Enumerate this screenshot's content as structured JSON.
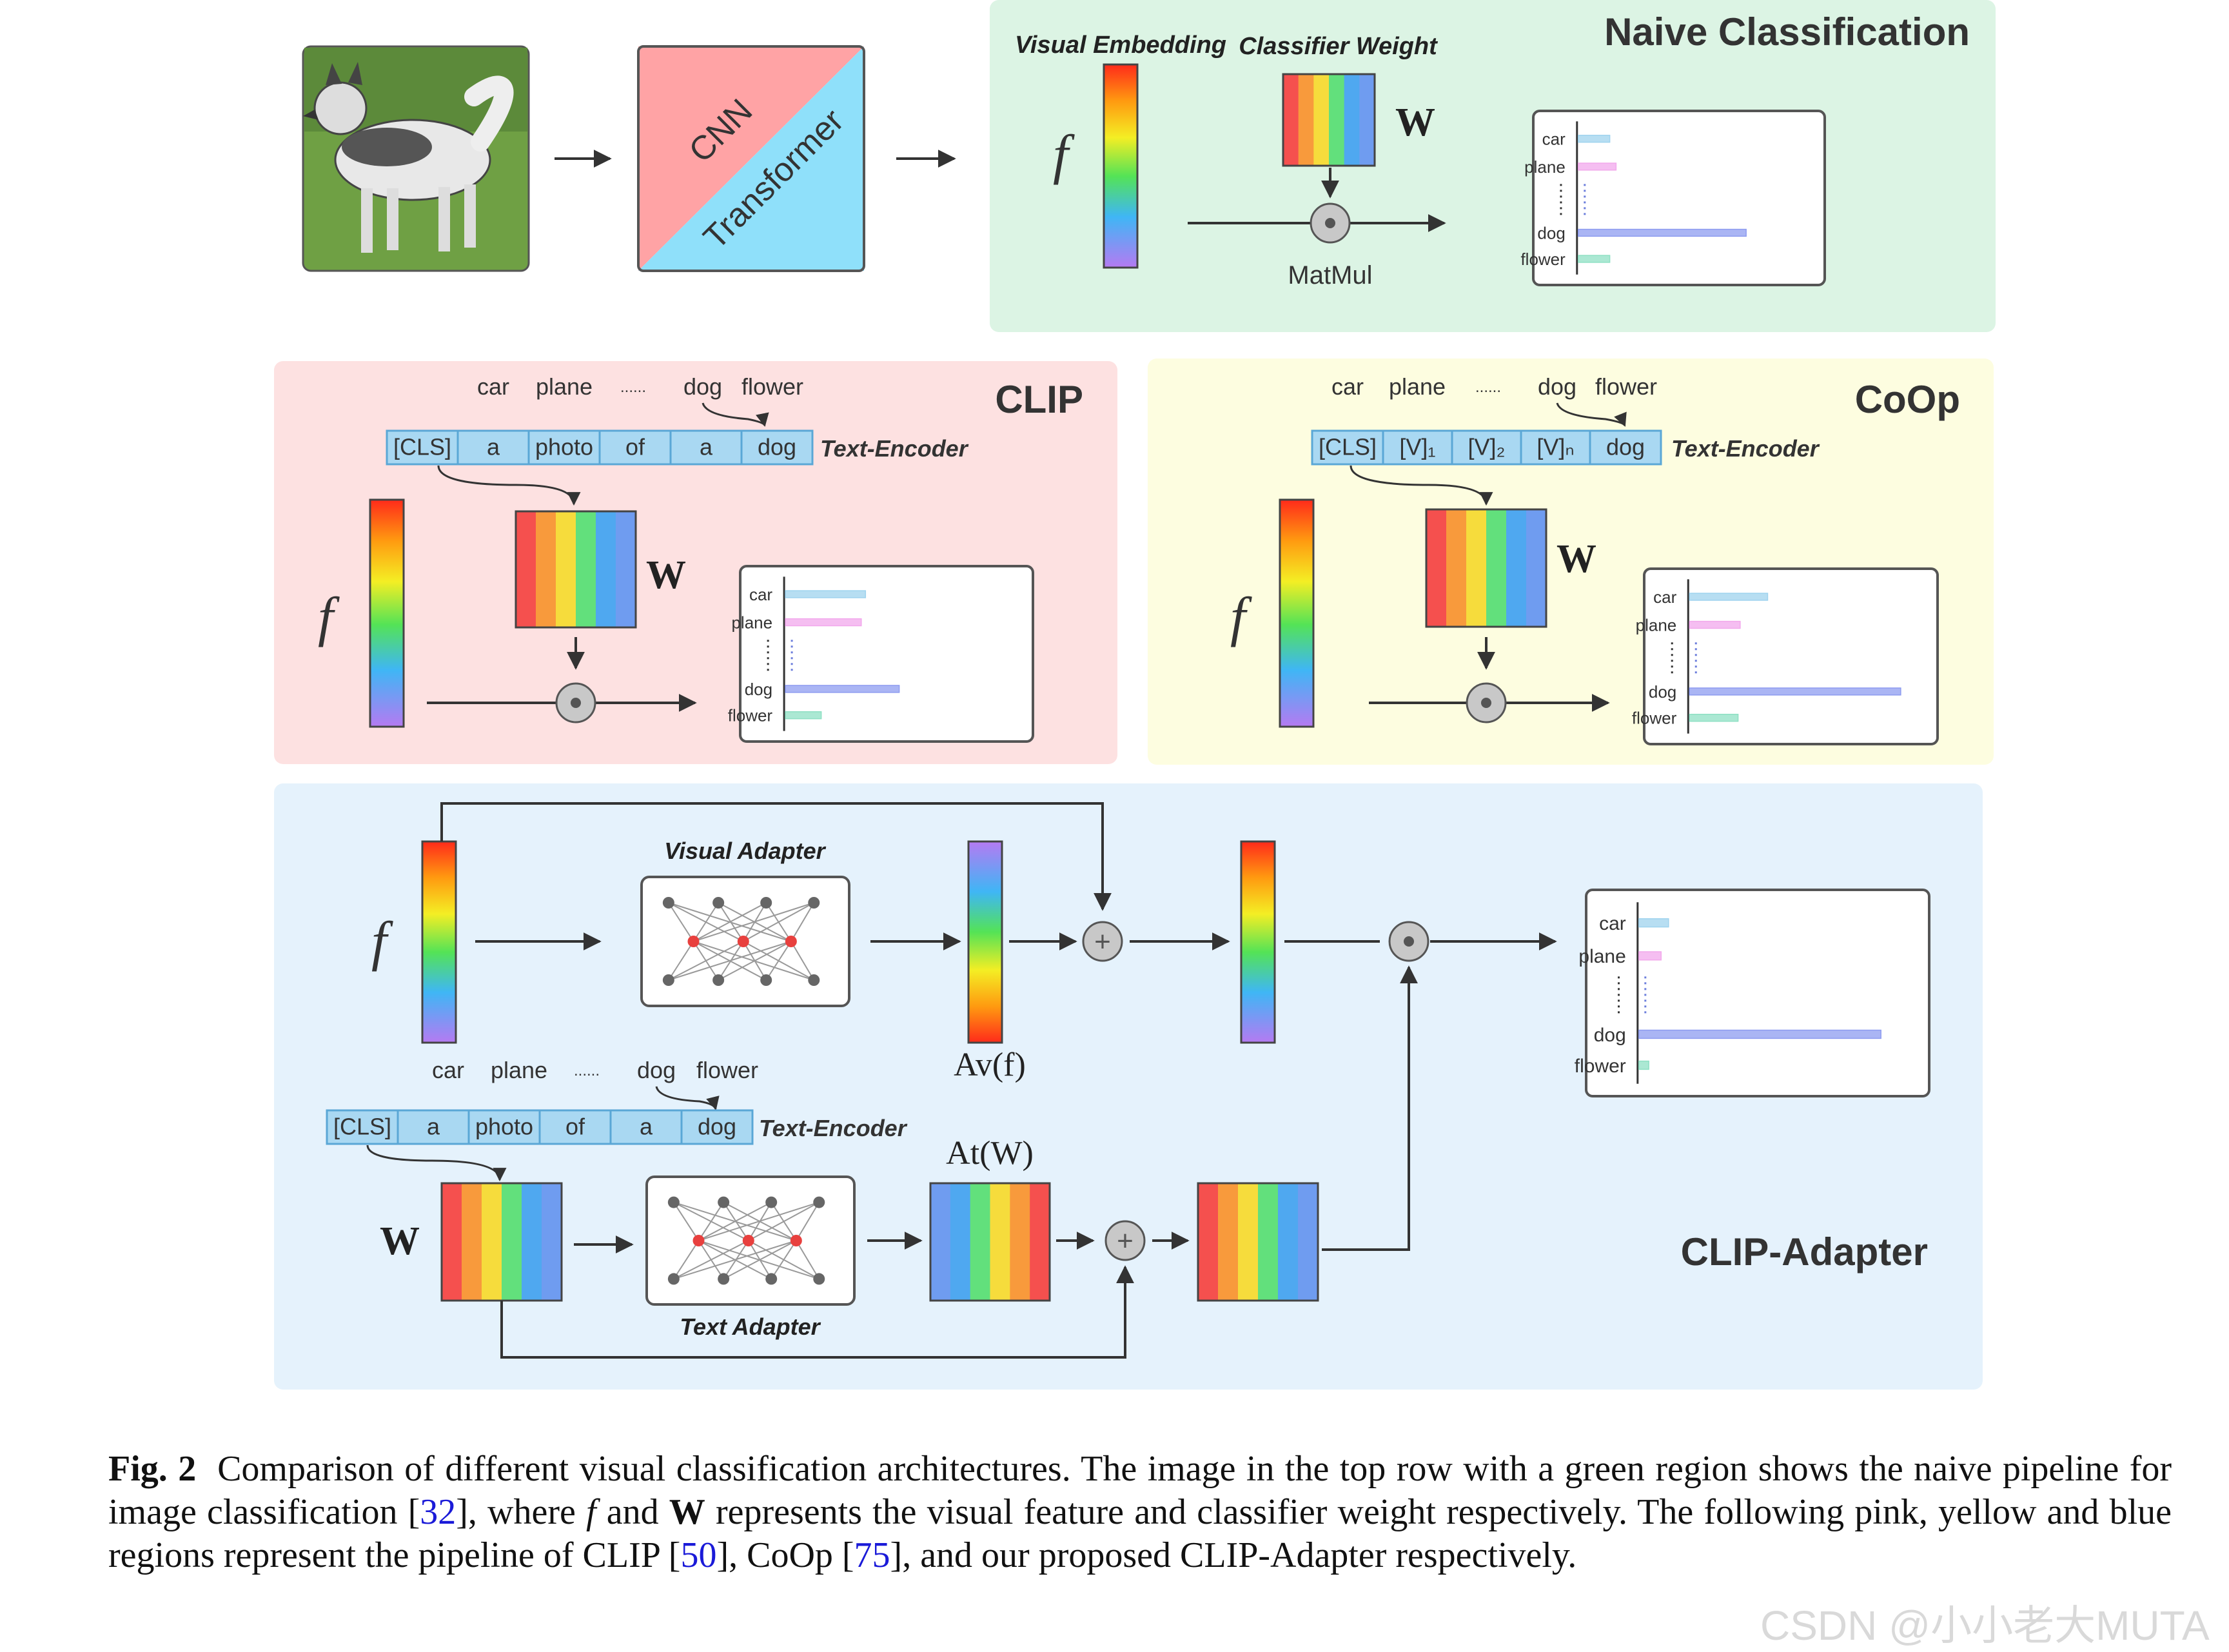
{
  "naive": {
    "title": "Naive Classification",
    "visual_embedding_label": "Visual Embedding",
    "classifier_weight_label": "Classifier Weight",
    "f_symbol": "f",
    "w_symbol": "W",
    "matmul_label": "MatMul",
    "backbone_top": "CNN",
    "backbone_bottom": "Transformer"
  },
  "clip": {
    "title": "CLIP",
    "words": [
      "car",
      "plane",
      "......",
      "dog",
      "flower"
    ],
    "tokens": [
      "[CLS]",
      "a",
      "photo",
      "of",
      "a",
      "dog"
    ],
    "encoder_label": "Text-Encoder",
    "f_symbol": "f",
    "w_symbol": "W"
  },
  "coop": {
    "title": "CoOp",
    "words": [
      "car",
      "plane",
      "......",
      "dog",
      "flower"
    ],
    "tokens": [
      "[CLS]",
      "[V]₁",
      "[V]₂",
      "[V]ₙ",
      "dog"
    ],
    "encoder_label": "Text-Encoder",
    "f_symbol": "f",
    "w_symbol": "W"
  },
  "adapter": {
    "title": "CLIP-Adapter",
    "visual_adapter_label": "Visual Adapter",
    "text_adapter_label": "Text Adapter",
    "av_label": "Av(f)",
    "at_label": "At(W)",
    "words": [
      "car",
      "plane",
      "......",
      "dog",
      "flower"
    ],
    "tokens": [
      "[CLS]",
      "a",
      "photo",
      "of",
      "a",
      "dog"
    ],
    "encoder_label": "Text-Encoder",
    "f_symbol": "f",
    "w_symbol": "W"
  },
  "score_charts": [
    {
      "labels": [
        "car",
        "plane",
        "dog",
        "flower"
      ],
      "values": [
        0.15,
        0.18,
        0.8,
        0.15
      ]
    },
    {
      "labels": [
        "car",
        "plane",
        "dog",
        "flower"
      ],
      "values": [
        0.38,
        0.36,
        0.54,
        0.17
      ]
    },
    {
      "labels": [
        "car",
        "plane",
        "dog",
        "flower"
      ],
      "values": [
        0.37,
        0.24,
        1.0,
        0.23
      ]
    },
    {
      "labels": [
        "car",
        "plane",
        "dog",
        "flower"
      ],
      "values": [
        0.12,
        0.09,
        0.98,
        0.04
      ]
    }
  ],
  "score_colors": [
    "#9fd3ee",
    "#f2a8ec",
    "#8e9cf0",
    "#8fe0c4"
  ],
  "caption": {
    "label": "Fig. 2",
    "p1": "Comparison of different visual classification architectures. The image in the top row with a green region shows the naive pipeline for image classification [",
    "ref1": "32",
    "p2": "], where ",
    "f": "f",
    "p3": " and ",
    "w": "W",
    "p4": " represents the visual feature and classifier weight respectively. The following pink, yellow and blue regions represent the pipeline of CLIP [",
    "ref2": "50",
    "p5": "], CoOp [",
    "ref3": "75",
    "p6": "], and our proposed CLIP-Adapter respectively."
  },
  "watermark": "CSDN @小小老大MUTA"
}
